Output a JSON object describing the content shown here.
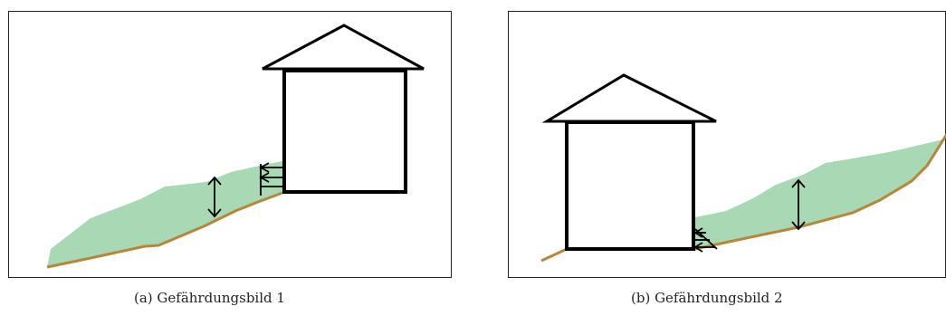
{
  "figure": {
    "panels": [
      {
        "id": "a",
        "caption": "(a)  Gefährdungsbild 1"
      },
      {
        "id": "b",
        "caption": "(b)  Gefährdungsbild 2"
      }
    ]
  },
  "colors": {
    "slide_mass": "#a8d9b4",
    "terrain": "#b8863a",
    "outline": "#000000",
    "frame": "#222222"
  }
}
